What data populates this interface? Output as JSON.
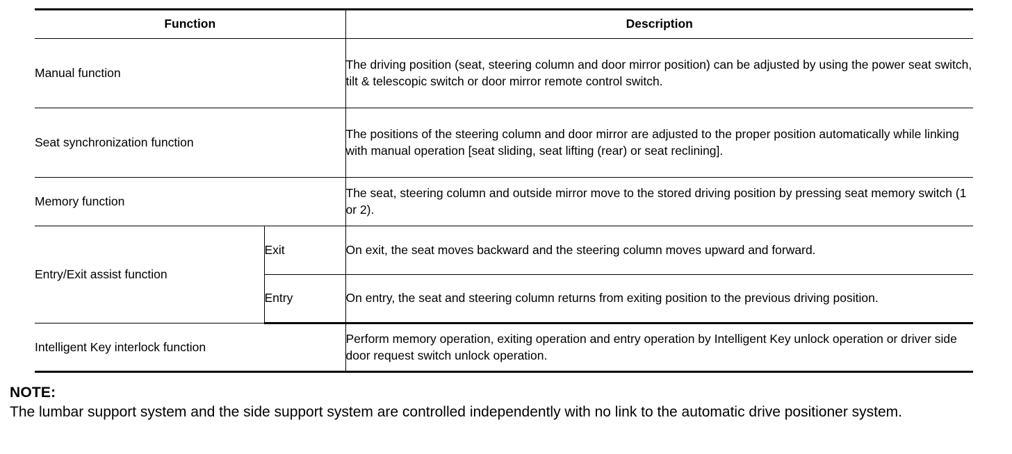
{
  "table": {
    "headers": {
      "function": "Function",
      "description": "Description"
    },
    "rows": [
      {
        "function": "Manual function",
        "sub": null,
        "description": "The driving position (seat, steering column and door mirror position) can be adjusted by using the power seat switch, tilt & telescopic switch or door mirror remote control switch."
      },
      {
        "function": "Seat synchronization function",
        "sub": null,
        "description": "The positions of the steering column and door mirror are adjusted to the proper position automatically while linking with manual operation [seat sliding, seat lifting (rear) or seat reclining]."
      },
      {
        "function": "Memory function",
        "sub": null,
        "description": "The seat, steering column and outside mirror move to the stored driving position by pressing seat memory switch (1 or 2)."
      },
      {
        "function": "Entry/Exit assist function",
        "sub": "Exit",
        "description": "On exit, the seat moves backward and the steering column moves upward and forward."
      },
      {
        "function": null,
        "sub": "Entry",
        "description": "On entry, the seat and steering column returns from exiting position to the previous driving position."
      },
      {
        "function": "Intelligent Key interlock function",
        "sub": null,
        "description": "Perform memory operation, exiting operation and entry operation by Intelligent Key unlock operation or driver side door request switch unlock operation."
      }
    ]
  },
  "note": {
    "title": "NOTE:",
    "body": "The lumbar support system and the side support system are controlled independently with no link to the automatic drive positioner system."
  },
  "colors": {
    "text": "#000000",
    "background": "#ffffff",
    "rule": "#000000"
  }
}
